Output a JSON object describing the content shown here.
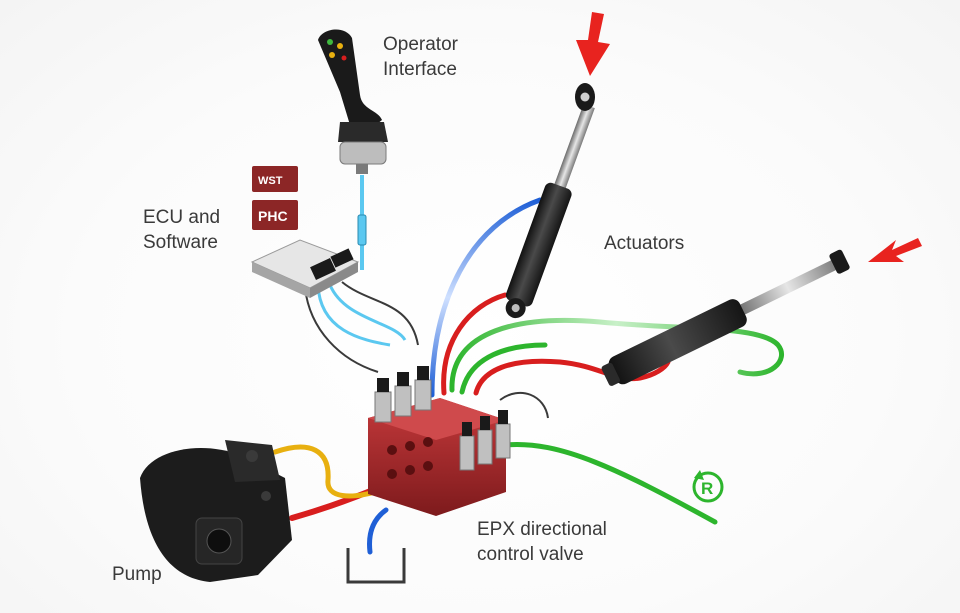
{
  "labels": {
    "operator_interface": [
      "Operator",
      "Interface"
    ],
    "ecu_software": [
      "ECU and",
      "Software"
    ],
    "actuators": "Actuators",
    "valve": [
      "EPX directional",
      "control valve"
    ],
    "pump": "Pump"
  },
  "badges": {
    "wst": "WST",
    "phc": "PHC"
  },
  "return_symbol": "R",
  "colors": {
    "pressure_line": "#d81e1e",
    "return_line": "#2db52d",
    "pilot_line": "#1f5fd6",
    "signal_cable": "#5bc8f0",
    "suction_line": "#e8b010",
    "valve_body": "#a8282a",
    "force_arrow": "#e8231f",
    "badge_bg": "#8c2626"
  }
}
